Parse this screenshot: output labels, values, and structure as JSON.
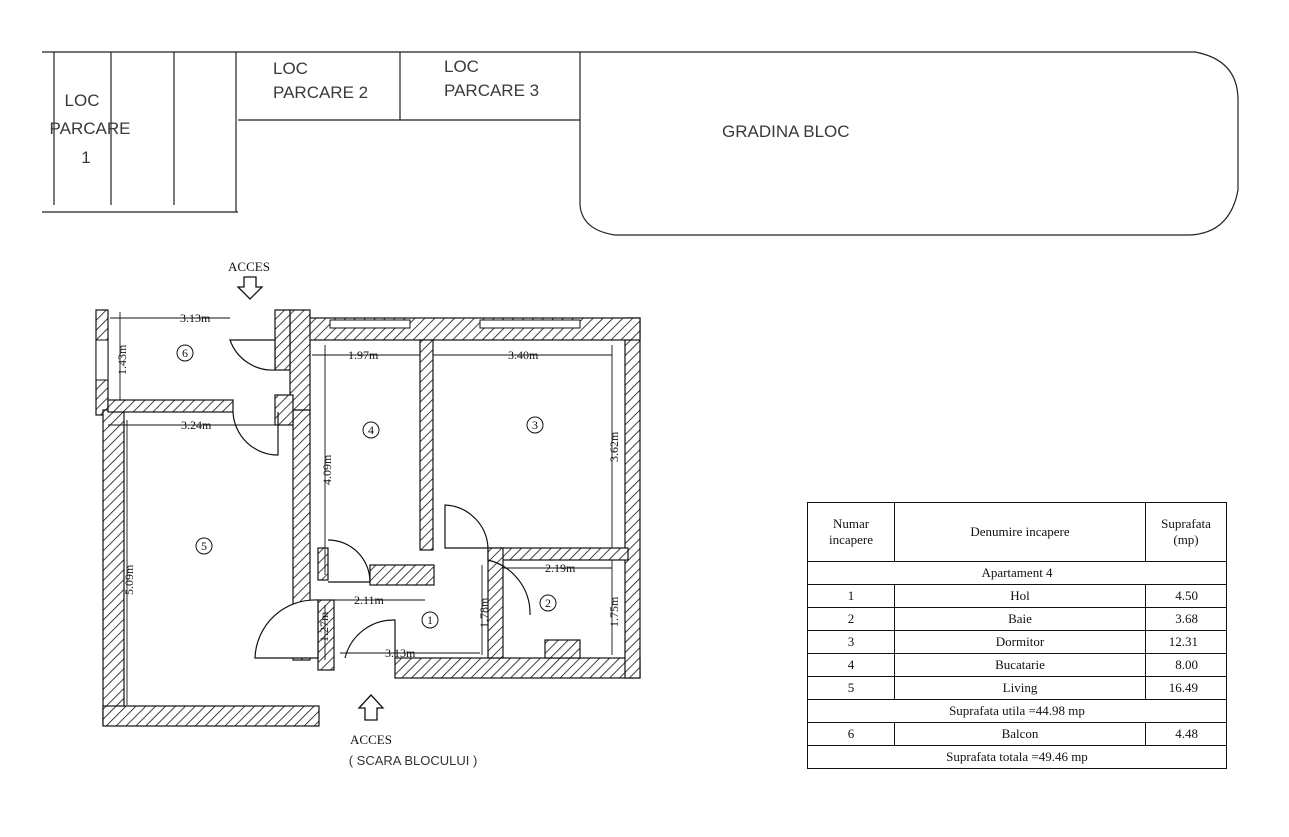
{
  "site": {
    "parking1": [
      "LOC",
      "PARCARE",
      "1"
    ],
    "parking2": [
      "LOC",
      "PARCARE 2"
    ],
    "parking3": [
      "LOC",
      "PARCARE 3"
    ],
    "garden": "GRADINA BLOC"
  },
  "plan": {
    "access_top": "ACCES",
    "access_bottom": "ACCES",
    "access_bottom_sub": "( SCARA BLOCULUI )",
    "room_numbers": [
      "1",
      "2",
      "3",
      "4",
      "5",
      "6"
    ],
    "dimensions": {
      "d_313_top": "3.13m",
      "d_143": "1.43m",
      "d_324": "3.24m",
      "d_197": "1.97m",
      "d_340": "3.40m",
      "d_409": "4.09m",
      "d_362": "3.62m",
      "d_509": "5.09m",
      "d_211": "2.11m",
      "d_219": "2.19m",
      "d_178": "1.78m",
      "d_175": "1.75m",
      "d_127": "1.27m",
      "d_313_bottom": "3.13m"
    }
  },
  "table": {
    "headers": [
      "Numar incapere",
      "Denumire incapere",
      "Suprafata (mp)"
    ],
    "section": "Apartament 4",
    "rows": [
      {
        "nr": "1",
        "name": "Hol",
        "area": "4.50"
      },
      {
        "nr": "2",
        "name": "Baie",
        "area": "3.68"
      },
      {
        "nr": "3",
        "name": "Dormitor",
        "area": "12.31"
      },
      {
        "nr": "4",
        "name": "Bucatarie",
        "area": "8.00"
      },
      {
        "nr": "5",
        "name": "Living",
        "area": "16.49"
      }
    ],
    "useful_total": "Suprafata utila =44.98 mp",
    "balcony": {
      "nr": "6",
      "name": "Balcon",
      "area": "4.48"
    },
    "grand_total": "Suprafata totala =49.46 mp"
  }
}
